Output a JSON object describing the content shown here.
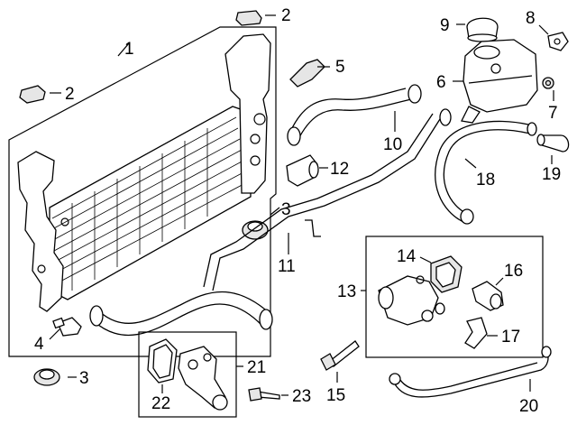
{
  "callouts": {
    "c1": "1",
    "c2a": "2",
    "c2b": "2",
    "c3a": "3",
    "c3b": "3",
    "c4": "4",
    "c5": "5",
    "c6": "6",
    "c7": "7",
    "c8": "8",
    "c9": "9",
    "c10": "10",
    "c11": "11",
    "c12": "12",
    "c13": "13",
    "c14": "14",
    "c15": "15",
    "c16": "16",
    "c17": "17",
    "c18": "18",
    "c19": "19",
    "c20": "20",
    "c21": "21",
    "c22": "22",
    "c23": "23"
  }
}
